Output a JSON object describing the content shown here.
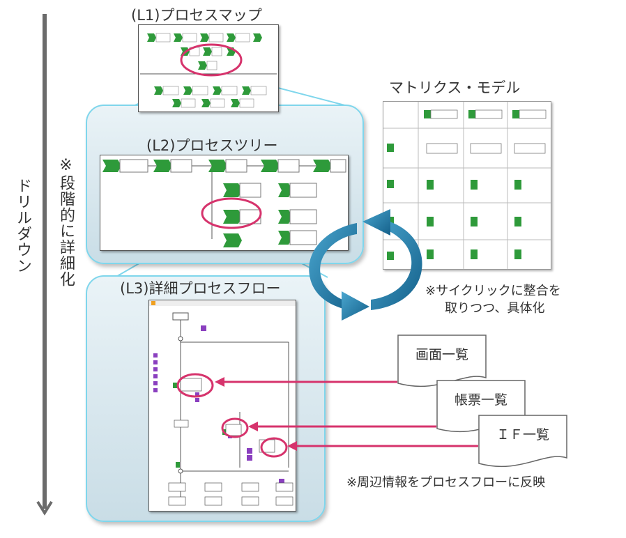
{
  "labels": {
    "l1": "(L1)プロセスマップ",
    "l2": "(L2)プロセスツリー",
    "l3": "(L3)詳細プロセスフロー",
    "matrix": "マトリクス・モデル",
    "cyclic_line1": "※サイクリックに整合を",
    "cyclic_line2": "取りつつ、具体化",
    "drill": "ドリルダウン",
    "stepwise": "※段階的に詳細化",
    "reflect": "※周辺情報をプロセスフローに反映"
  },
  "documents": {
    "screens": "画面一覧",
    "forms": "帳票一覧",
    "interfaces": "ＩＦ一覧"
  },
  "colors": {
    "process_green": "#2e9a3a",
    "highlight": "#d6336c",
    "panel_border": "#7fd6ec",
    "cycle_arrow": "#1f7ba8",
    "event_purple": "#8a3fbf"
  }
}
